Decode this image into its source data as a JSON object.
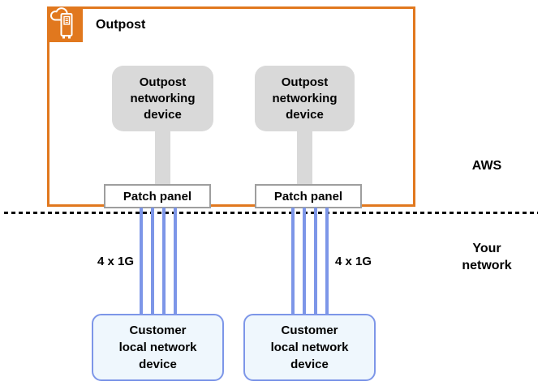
{
  "outpost_group": {
    "label": "Outpost",
    "icon": "outposts-icon"
  },
  "networking_device": {
    "lines": [
      "Outpost",
      "networking",
      "device"
    ]
  },
  "patch_panel": {
    "label": "Patch panel"
  },
  "links": {
    "capacity_label": "4 x 1G",
    "lines_per_bundle": 4
  },
  "boundary": {
    "aws_label": "AWS",
    "your_network_lines": [
      "Your",
      "network"
    ]
  },
  "customer_device": {
    "lines": [
      "Customer",
      "local network",
      "device"
    ]
  },
  "colors": {
    "outpost_orange": "#E1781E",
    "device_gray": "#D9D9D9",
    "panel_border": "#9E9E9E",
    "link_blue": "#7D96E8",
    "customer_fill": "#EFF7FD",
    "customer_border": "#7D96E8",
    "boundary": "#000000",
    "text": "#000000"
  }
}
